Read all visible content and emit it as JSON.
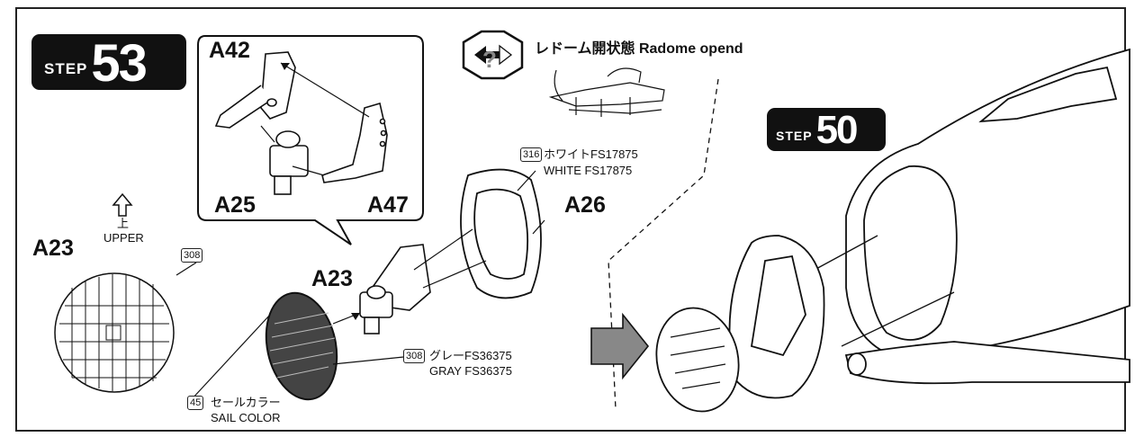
{
  "step_main": {
    "word": "STEP",
    "number": "53"
  },
  "step_ref": {
    "word": "STEP",
    "number": "50"
  },
  "radome_caption": "レドーム開状態 Radome opend",
  "parts": {
    "a42": "A42",
    "a25": "A25",
    "a47": "A47",
    "a26": "A26",
    "a23_main": "A23",
    "a23_detail": "A23"
  },
  "upper": {
    "jp": "上",
    "en": "UPPER"
  },
  "paints": [
    {
      "code": "316",
      "jp": "ホワイトFS17875",
      "en": "WHITE FS17875"
    },
    {
      "code": "308",
      "jp": "グレーFS36375",
      "en": "GRAY FS36375"
    },
    {
      "code": "45",
      "jp": "セールカラー",
      "en": "SAIL COLOR"
    }
  ],
  "detail_code": "308"
}
